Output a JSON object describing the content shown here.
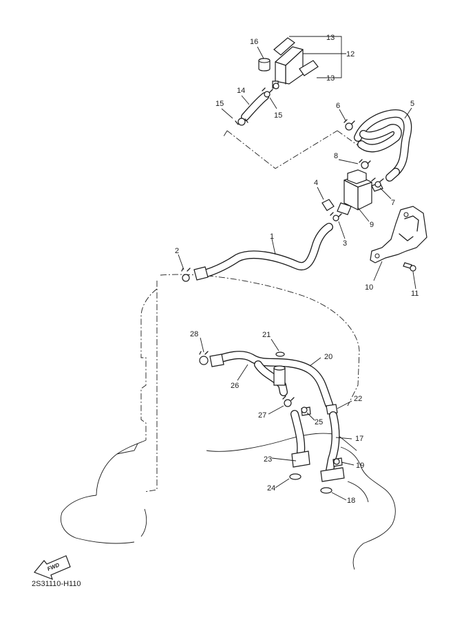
{
  "diagram": {
    "drawing_code": "2S31110-H110",
    "fwd_label": "FWD",
    "callouts": {
      "c1": "1",
      "c2": "2",
      "c3": "3",
      "c4": "4",
      "c5": "5",
      "c6": "6",
      "c7": "7",
      "c8": "8",
      "c9": "9",
      "c10": "10",
      "c11": "11",
      "c12": "12",
      "c13a": "13",
      "c13b": "13",
      "c14": "14",
      "c15a": "15",
      "c15b": "15",
      "c16": "16",
      "c17": "17",
      "c18": "18",
      "c19": "19",
      "c20": "20",
      "c21": "21",
      "c22": "22",
      "c23": "23",
      "c24": "24",
      "c25": "25",
      "c26": "26",
      "c27": "27",
      "c28": "28"
    }
  }
}
